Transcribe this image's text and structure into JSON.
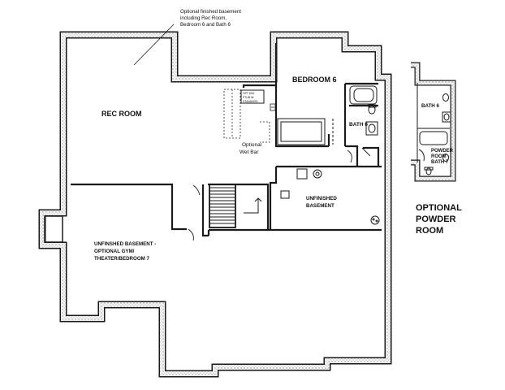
{
  "rooms": {
    "rec_room": "REC ROOM",
    "bedroom6": "BEDROOM 6",
    "bath6": "BATH 6",
    "wet_bar_1": "Optional",
    "wet_bar_2": "Wet Bar",
    "unfinished_right_1": "UNFINISHED",
    "unfinished_right_2": "BASEMENT",
    "gym_1": "UNFINSHED BASEMENT -",
    "gym_2": "OPTIONAL GYM/",
    "gym_3": "THEATER/BEDROOM 7"
  },
  "annotation": {
    "line1": "Optional finished basement",
    "line2": "including Rec Room,",
    "line3": "Bedroom 6 and Bath 6"
  },
  "appliance_note": {
    "line1": "OPT 8X8",
    "line2": "PTUB IN",
    "line3": "STANDARD"
  },
  "powder_option": {
    "bath6": "BATH 6",
    "powder_1": "POWDER",
    "powder_2": "ROOM -",
    "powder_3": "BATH 7",
    "title_1": "OPTIONAL",
    "title_2": "POWDER",
    "title_3": "ROOM"
  },
  "colors": {
    "wall": "#1a1a1a",
    "wall_fill": "#e9e9e9",
    "background": "#ffffff"
  }
}
